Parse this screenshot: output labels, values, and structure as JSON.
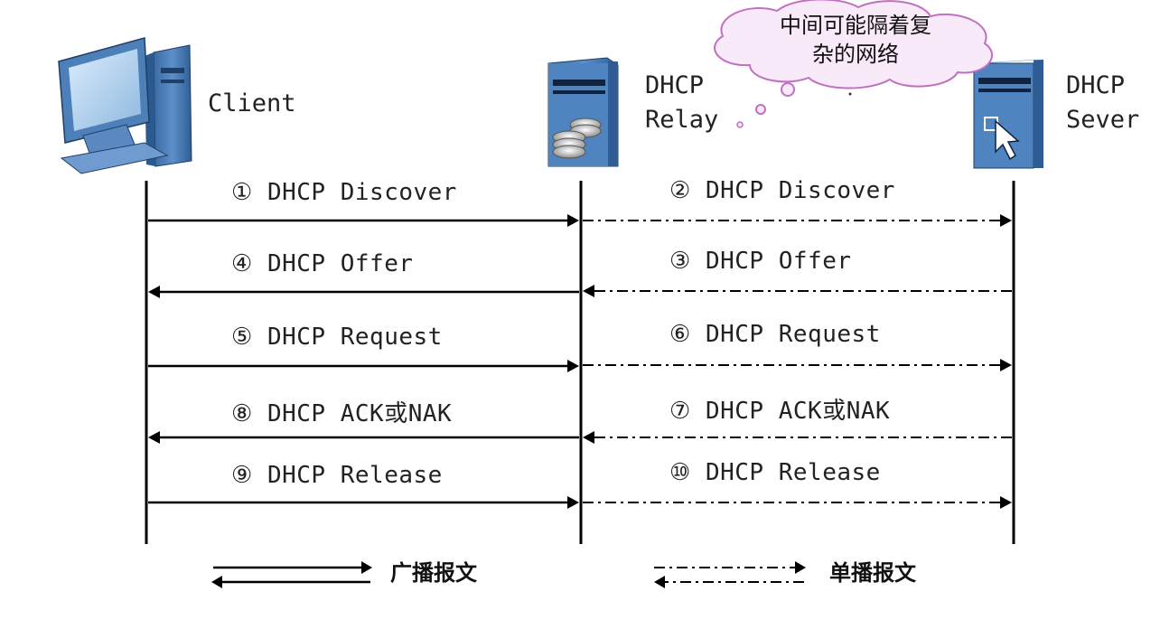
{
  "nodes": {
    "client": {
      "label": "Client"
    },
    "relay": {
      "line1": "DHCP",
      "line2": "Relay"
    },
    "server": {
      "line1": "DHCP",
      "line2": "Sever"
    }
  },
  "cloud": {
    "line1": "中间可能隔着复",
    "line2": "杂的网络"
  },
  "messages": [
    {
      "text": "① DHCP Discover",
      "segment": "client-relay",
      "direction": "right",
      "style": "solid"
    },
    {
      "text": "② DHCP Discover",
      "segment": "relay-server",
      "direction": "right",
      "style": "dash-dot"
    },
    {
      "text": "③ DHCP Offer",
      "segment": "relay-server",
      "direction": "left",
      "style": "dash-dot"
    },
    {
      "text": "④ DHCP Offer",
      "segment": "client-relay",
      "direction": "left",
      "style": "solid"
    },
    {
      "text": "⑤ DHCP Request",
      "segment": "client-relay",
      "direction": "right",
      "style": "solid"
    },
    {
      "text": "⑥ DHCP Request",
      "segment": "relay-server",
      "direction": "right",
      "style": "dash-dot"
    },
    {
      "text": "⑦ DHCP ACK或NAK",
      "segment": "relay-server",
      "direction": "left",
      "style": "dash-dot"
    },
    {
      "text": "⑧ DHCP ACK或NAK",
      "segment": "client-relay",
      "direction": "left",
      "style": "solid"
    },
    {
      "text": "⑨ DHCP Release",
      "segment": "client-relay",
      "direction": "right",
      "style": "solid"
    },
    {
      "text": "⑩ DHCP Release",
      "segment": "relay-server",
      "direction": "right",
      "style": "dash-dot"
    }
  ],
  "legend": {
    "broadcast": "广播报文",
    "unicast": "单播报文"
  },
  "colors": {
    "line": "#000000",
    "device_blue": "#4d7fb8",
    "device_light": "#9ec3e6",
    "cloud_fill": "#f9eaf9",
    "cloud_stroke": "#c070c0"
  },
  "icons": {
    "client": "desktop-computer-icon",
    "relay": "relay-server-icon",
    "server": "dhcp-server-icon"
  }
}
